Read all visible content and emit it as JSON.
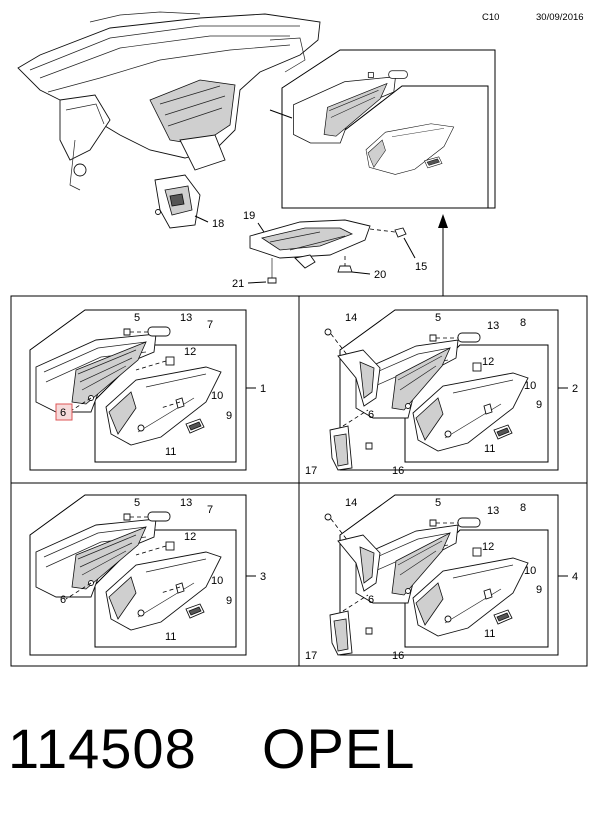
{
  "header": {
    "page_code": "C10",
    "date": "30/09/2016"
  },
  "footer": {
    "part_number": "114508",
    "brand": "OPEL"
  },
  "overview": {
    "callouts": [
      "15",
      "18",
      "19",
      "20",
      "21"
    ]
  },
  "variants": [
    {
      "number": "1",
      "callouts": [
        "5",
        "13",
        "7",
        "12",
        "10",
        "9",
        "11",
        "6"
      ],
      "highlighted_callout": "6"
    },
    {
      "number": "2",
      "callouts": [
        "14",
        "5",
        "13",
        "8",
        "12",
        "10",
        "9",
        "11",
        "6",
        "17",
        "16"
      ]
    },
    {
      "number": "3",
      "callouts": [
        "5",
        "13",
        "7",
        "12",
        "10",
        "9",
        "11",
        "6"
      ]
    },
    {
      "number": "4",
      "callouts": [
        "14",
        "5",
        "13",
        "8",
        "12",
        "10",
        "9",
        "11",
        "6",
        "17",
        "16"
      ]
    }
  ]
}
